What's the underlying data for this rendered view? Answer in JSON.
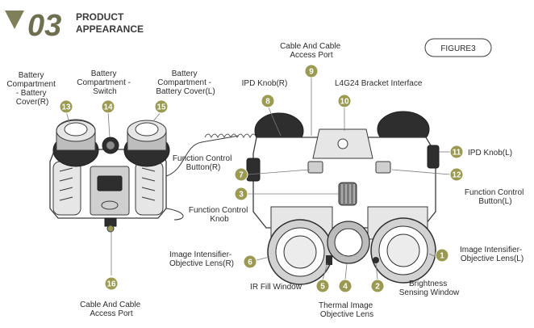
{
  "header": {
    "number": "03",
    "title_line1": "PRODUCT",
    "title_line2": "APPEARANCE",
    "accent_color": "#7f7f5a"
  },
  "figure_label": "FIGURE3",
  "callouts": [
    {
      "id": "1",
      "lines": [
        "Image Intensifier-",
        "Objective Lens(L)"
      ]
    },
    {
      "id": "2",
      "lines": [
        "Brightness",
        "Sensing Window"
      ]
    },
    {
      "id": "3",
      "lines": [
        "Function Control",
        "Knob"
      ]
    },
    {
      "id": "4",
      "lines": [
        "Thermal Image",
        "Objective Lens"
      ]
    },
    {
      "id": "5",
      "lines": [
        "IR Fill Window"
      ]
    },
    {
      "id": "6",
      "lines": [
        "Image Intensifier-",
        "Objective Lens(R)"
      ]
    },
    {
      "id": "7",
      "lines": [
        "Function Control",
        "Button(R)"
      ]
    },
    {
      "id": "8",
      "lines": [
        "IPD Knob(R)"
      ]
    },
    {
      "id": "9",
      "lines": [
        "Cable And Cable",
        "Access Port"
      ]
    },
    {
      "id": "10",
      "lines": [
        "L4G24 Bracket Interface"
      ]
    },
    {
      "id": "11",
      "lines": [
        "IPD Knob(L)"
      ]
    },
    {
      "id": "12",
      "lines": [
        "Function Control",
        "Button(L)"
      ]
    },
    {
      "id": "13",
      "lines": [
        "Battery",
        "Compartment",
        "- Battery",
        "Cover(R)"
      ]
    },
    {
      "id": "14",
      "lines": [
        "Battery",
        "Compartment -",
        "Switch"
      ]
    },
    {
      "id": "15",
      "lines": [
        "Battery",
        "Compartment -",
        "Battery Cover(L)"
      ]
    },
    {
      "id": "16",
      "lines": [
        "Cable And Cable",
        "Access Port"
      ]
    }
  ],
  "colors": {
    "badge": "#9a9a52",
    "line": "#7a7a7a",
    "device_stroke": "#3a3a3a"
  }
}
